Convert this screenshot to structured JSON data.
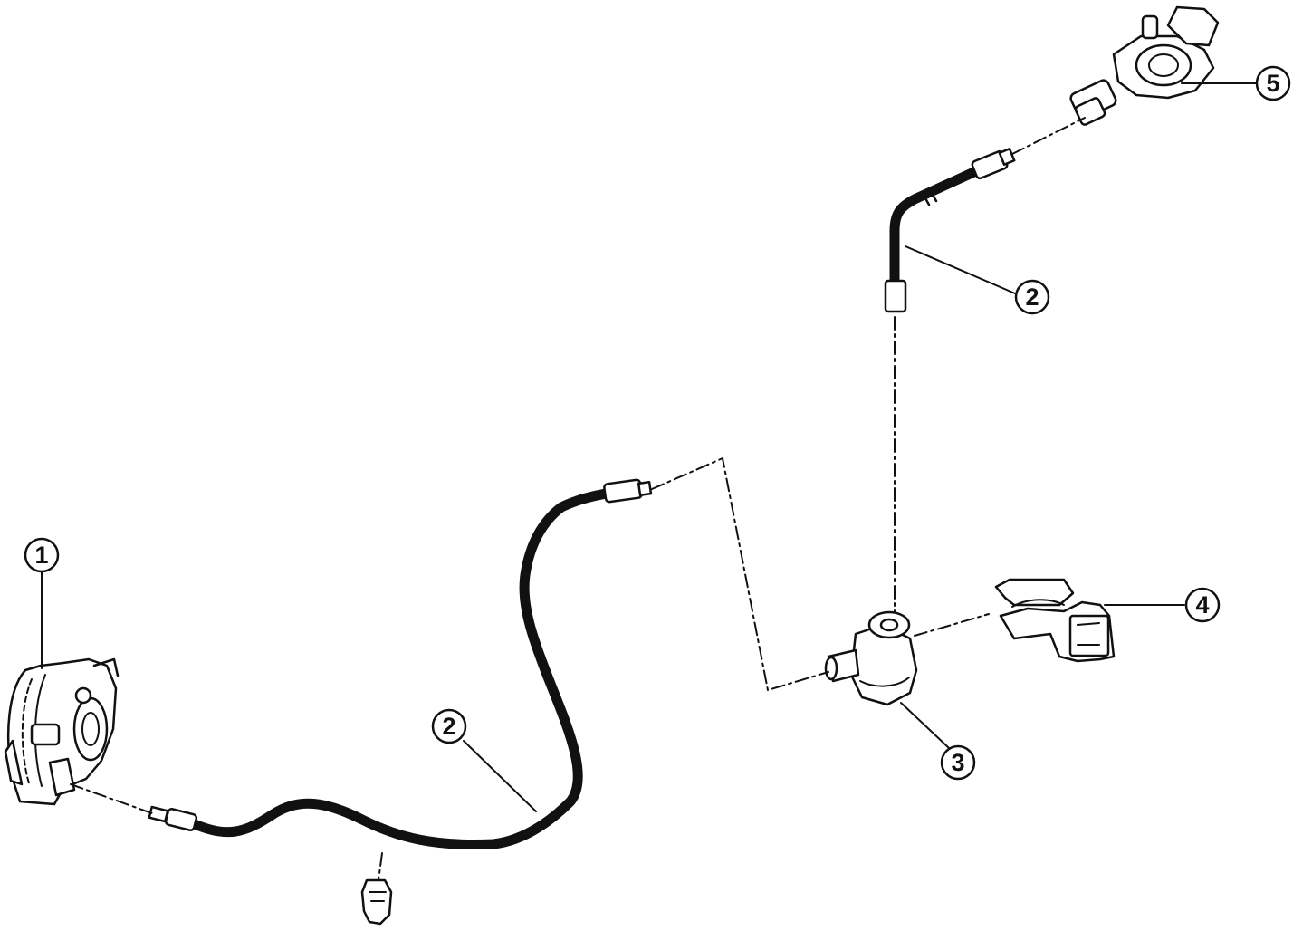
{
  "callouts": [
    {
      "id": "c1",
      "label": "1"
    },
    {
      "id": "c2a",
      "label": "2"
    },
    {
      "id": "c2b",
      "label": "2"
    },
    {
      "id": "c3",
      "label": "3"
    },
    {
      "id": "c4",
      "label": "4"
    },
    {
      "id": "c5",
      "label": "5"
    }
  ]
}
